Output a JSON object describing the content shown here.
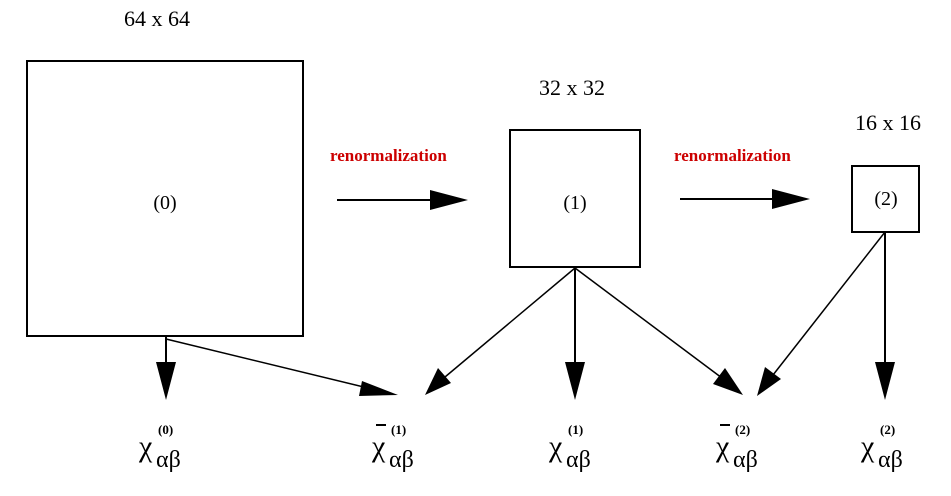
{
  "sizes": {
    "s0": "64 x 64",
    "s1": "32 x 32",
    "s2": "16 x 16"
  },
  "boxes": {
    "b0": "(0)",
    "b1": "(1)",
    "b2": "(2)"
  },
  "arrows": {
    "renorm1": "renormalization",
    "renorm2": "renormalization"
  },
  "outputs": [
    {
      "symbol": "χ",
      "subscript": "αβ",
      "superscript": "(0)",
      "bar": false
    },
    {
      "symbol": "χ",
      "subscript": "αβ",
      "superscript": "(1)",
      "bar": true
    },
    {
      "symbol": "χ",
      "subscript": "αβ",
      "superscript": "(1)",
      "bar": false
    },
    {
      "symbol": "χ",
      "subscript": "αβ",
      "superscript": "(2)",
      "bar": true
    },
    {
      "symbol": "χ",
      "subscript": "αβ",
      "superscript": "(2)",
      "bar": false
    }
  ],
  "colors": {
    "accent": "#cc0000",
    "line": "#000000"
  }
}
